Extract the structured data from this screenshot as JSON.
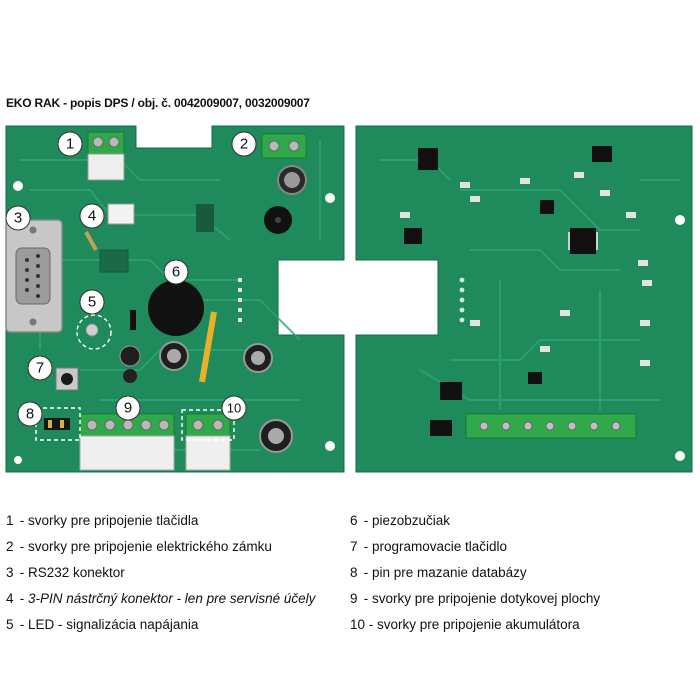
{
  "title": "EKO RAK - popis DPS / obj. č. 0042009007, 0032009007",
  "markers": [
    "1",
    "2",
    "3",
    "4",
    "5",
    "6",
    "7",
    "8",
    "9",
    "10"
  ],
  "legend_left": [
    {
      "num": "1",
      "text": " - svorky pre pripojenie tlačidla"
    },
    {
      "num": "2",
      "text": " - svorky pre pripojenie elektrického zámku"
    },
    {
      "num": "3",
      "text": " - RS232 konektor"
    },
    {
      "num": "4",
      "text": " - ",
      "italic": "3-PIN nástrčný konektor - len pre servisné účely"
    },
    {
      "num": "5",
      "text": " - LED - signalizácia napájania"
    }
  ],
  "legend_right": [
    {
      "num": "6",
      "text": " - piezobzučiak"
    },
    {
      "num": "7",
      "text": " - programovacie tlačidlo"
    },
    {
      "num": "8",
      "text": " -  pin pre mazanie databázy"
    },
    {
      "num": "9",
      "text": " - svorky pre pripojenie dotykovej plochy"
    },
    {
      "num": "10",
      "text": " - svorky pre pripojenie akumulátora"
    }
  ],
  "colors": {
    "pcb": "#1f8a5b",
    "pcb_dark": "#176e48",
    "trace": "#2a9a68",
    "terminal": "#2fa94a",
    "chip": "#1a1a1a",
    "metal": "#c8c8c8"
  }
}
